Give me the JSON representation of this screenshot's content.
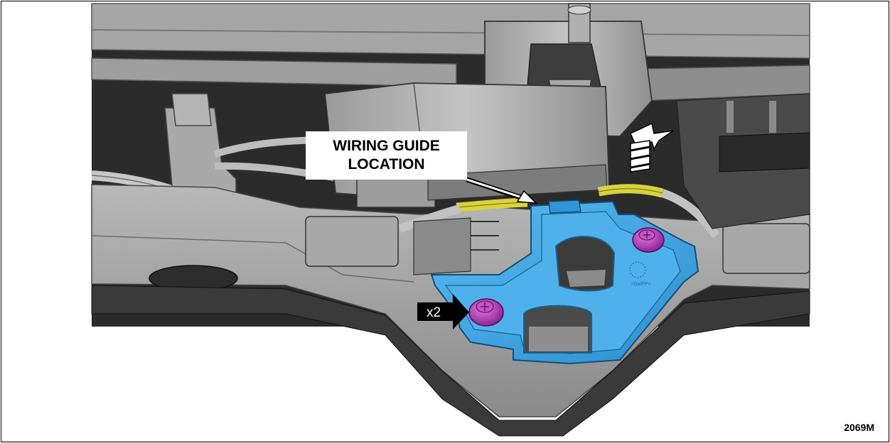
{
  "figure": {
    "callout_line1": "WIRING GUIDE",
    "callout_line2": "LOCATION",
    "quantity_label": "x2",
    "figure_id": "2069M"
  },
  "colors": {
    "bracket_blue": "#3fa8e6",
    "bolt_magenta": "#b52fb8",
    "wire_yellow": "#d9d23a",
    "housing_gray": "#9a9a9a",
    "dark_background": "#2e2e2e"
  },
  "icons": [
    "front-direction-arrow-icon",
    "callout-arrow-icon",
    "quantity-arrow-icon"
  ]
}
